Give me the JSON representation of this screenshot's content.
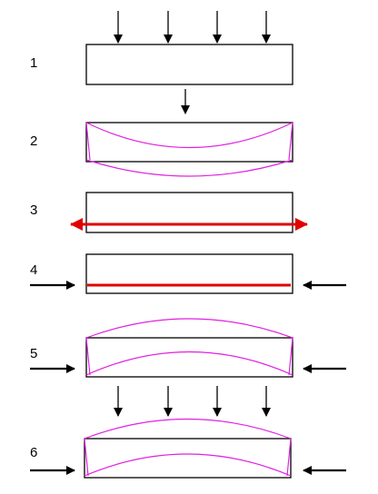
{
  "steps": [
    {
      "number": "1"
    },
    {
      "number": "2"
    },
    {
      "number": "3"
    },
    {
      "number": "4"
    },
    {
      "number": "5"
    },
    {
      "number": "6"
    }
  ],
  "colors": {
    "outline": "#000000",
    "deflection": "#e020e0",
    "tension": "#e00000"
  }
}
